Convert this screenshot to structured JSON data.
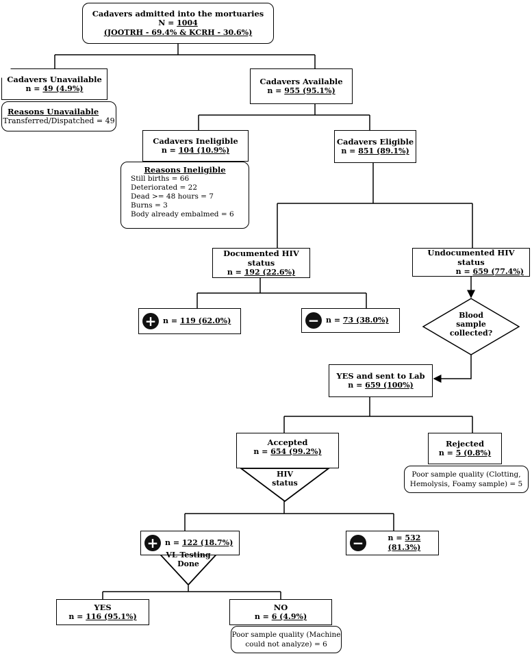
{
  "admitted": {
    "title": "Cadavers admitted into the mortuaries",
    "n_prefix": "N = ",
    "n_value": "1004",
    "breakdown": "(JOOTRH - 69.4% & KCRH - 30.6%)"
  },
  "unavailable": {
    "title": "Cadavers Unavailable",
    "n_prefix": "n = ",
    "n_value": "49 (4.9%)",
    "reasons_title": "Reasons Unavailable",
    "reasons": [
      "Transferred/Dispatched = 49"
    ]
  },
  "available": {
    "title": "Cadavers Available",
    "n_prefix": "n = ",
    "n_value": "955 (95.1%)"
  },
  "ineligible": {
    "title": "Cadavers Ineligible",
    "n_prefix": "n = ",
    "n_value": "104 (10.9%)",
    "reasons_title": "Reasons Ineligible",
    "reasons": [
      "Still births = 66",
      "Deteriorated = 22",
      "Dead >= 48 hours = 7",
      "Burns = 3",
      "Body already embalmed = 6"
    ]
  },
  "eligible": {
    "title": "Cadavers Eligible",
    "n_prefix": "n = ",
    "n_value": "851 (89.1%)"
  },
  "documented": {
    "title": "Documented HIV status",
    "n_prefix": "n = ",
    "n_value": "192 (22.6%)"
  },
  "undocumented": {
    "title": "Undocumented HIV status",
    "n_prefix": "n = ",
    "n_value": "659 (77.4%)"
  },
  "doc_positive": {
    "sign": "+",
    "n_prefix": "n = ",
    "n_value": "119 (62.0%)"
  },
  "doc_negative": {
    "sign": "−",
    "n_prefix": "n = ",
    "n_value": "73 (38.0%)"
  },
  "blood_decision": {
    "line1": "Blood",
    "line2": "sample",
    "line3": "collected?"
  },
  "sent_to_lab": {
    "title": "YES and sent to Lab",
    "n_prefix": "n = ",
    "n_value": "659 (100%)"
  },
  "accepted": {
    "title": "Accepted",
    "n_prefix": "n = ",
    "n_value": "654 (99.2%)"
  },
  "rejected": {
    "title": "Rejected",
    "n_prefix": "n = ",
    "n_value": "5 (0.8%)",
    "reason_line1": "Poor sample quality (Clotting,",
    "reason_line2": "Hemolysis, Foamy sample) = 5"
  },
  "hiv_status": {
    "line1": "HIV",
    "line2": "status"
  },
  "lab_positive": {
    "sign": "+",
    "n_prefix": "n = ",
    "n_value": "122 (18.7%)"
  },
  "lab_negative": {
    "sign": "−",
    "n_prefix": "n = ",
    "n_value": "532 (81.3%)"
  },
  "vl_testing": {
    "line1": "VL Testing",
    "line2": "Done"
  },
  "vl_yes": {
    "title": "YES",
    "n_prefix": "n = ",
    "n_value": "116 (95.1%)"
  },
  "vl_no": {
    "title": "NO",
    "n_prefix": "n = ",
    "n_value": "6 (4.9%)",
    "reason_line1": "Poor sample quality (Machine",
    "reason_line2": "could not analyze) = 6"
  }
}
